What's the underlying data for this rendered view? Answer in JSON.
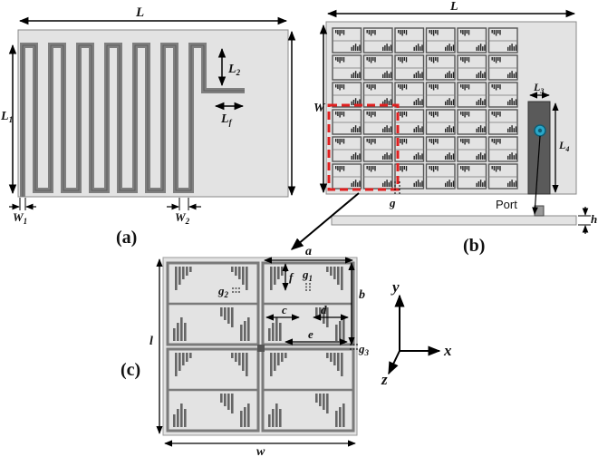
{
  "captions": {
    "a": "(a)",
    "b": "(b)",
    "c": "(c)"
  },
  "panel_a": {
    "L": "L",
    "L1": "L",
    "L1_sub": "1",
    "L2": "L",
    "L2_sub": "2",
    "Lf": "L",
    "Lf_sub": "f",
    "W1": "W",
    "W1_sub": "1",
    "W2": "W",
    "W2_sub": "2"
  },
  "panel_b": {
    "L": "L",
    "W": "W",
    "L3": "L",
    "L3_sub": "3",
    "L4": "L",
    "L4_sub": "4",
    "g": "g",
    "h": "h",
    "port": "Port"
  },
  "panel_c": {
    "a": "a",
    "b": "b",
    "c": "c",
    "d": "d",
    "e": "e",
    "f": "f",
    "g1": "g",
    "g1_sub": "1",
    "g2": "g",
    "g2_sub": "2",
    "g3": "g",
    "g3_sub": "3",
    "l": "l",
    "w": "w"
  },
  "axes": {
    "x": "x",
    "y": "y",
    "z": "z"
  },
  "colors": {
    "substrate": "#e3e3e3",
    "metal": "#7f7f7f",
    "dark_metal": "#333333",
    "highlight": "#e02020",
    "port": "#2aa7c9"
  }
}
